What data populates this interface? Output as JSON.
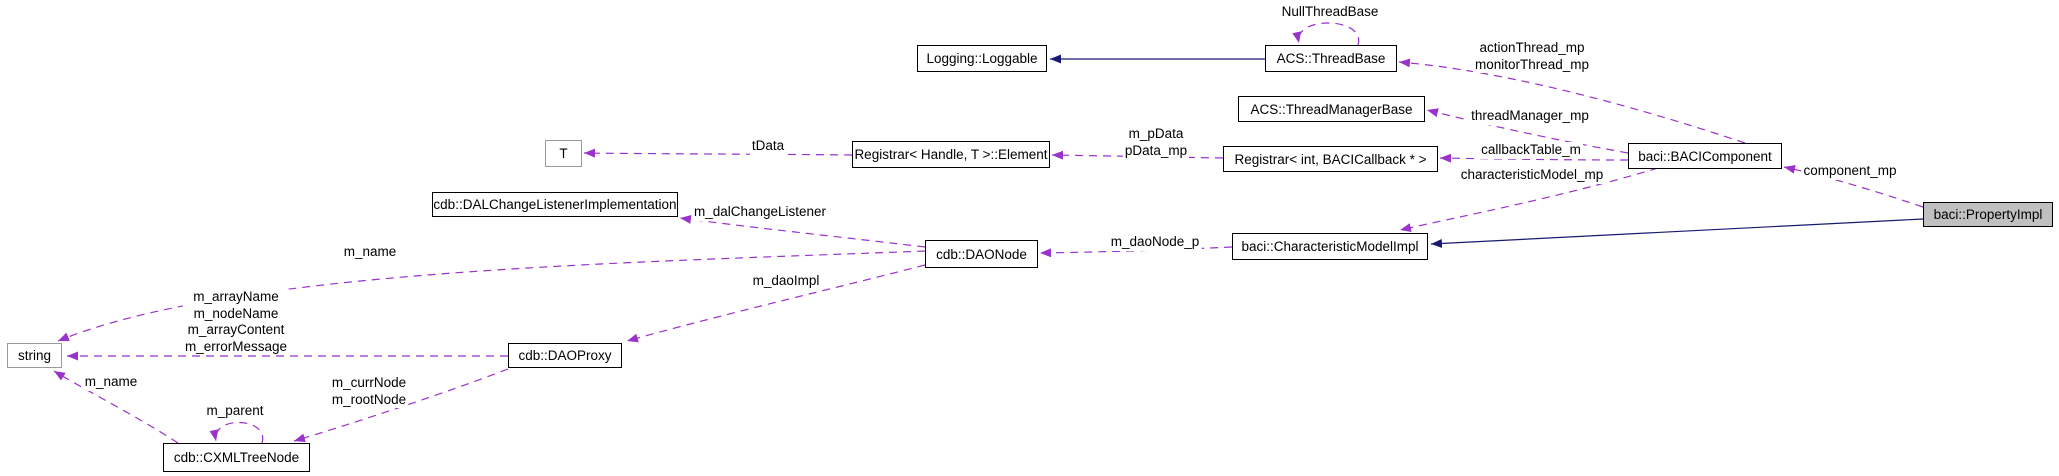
{
  "diagram": {
    "kind": "collaboration-diagram",
    "colors": {
      "background": "#ffffff",
      "inheritance_edge": "#191970",
      "member_edge": "#9a32cc",
      "node_border": "#000000",
      "external_node_border": "#9b9b9b",
      "selected_node_fill": "#c0c0c0"
    },
    "nodes": {
      "loggable": {
        "label": "Logging::Loggable"
      },
      "thread_base": {
        "label": "ACS::ThreadBase"
      },
      "thread_manager_base": {
        "label": "ACS::ThreadManagerBase"
      },
      "template_t": {
        "label": "T"
      },
      "registrar_element": {
        "label": "Registrar< Handle, T >::Element"
      },
      "registrar_int_callback": {
        "label": "Registrar< int, BACICallback * >"
      },
      "baci_component": {
        "label": "baci::BACIComponent"
      },
      "property_impl": {
        "label": "baci::PropertyImpl"
      },
      "dal_change_listener_impl": {
        "label": "cdb::DALChangeListenerImplementation"
      },
      "dao_node": {
        "label": "cdb::DAONode"
      },
      "characteristic_model_impl": {
        "label": "baci::CharacteristicModelImpl"
      },
      "string_type": {
        "label": "string"
      },
      "dao_proxy": {
        "label": "cdb::DAOProxy"
      },
      "xml_tree_node": {
        "label": "cdb::CXMLTreeNode"
      }
    },
    "edges": {
      "inherit_loggable": {
        "from": "ACS::ThreadBase",
        "to": "Logging::Loggable",
        "relation": "inheritance",
        "labels": []
      },
      "inherit_characteristic_model": {
        "from": "baci::PropertyImpl",
        "to": "baci::CharacteristicModelImpl",
        "relation": "inheritance",
        "labels": []
      },
      "null_thread_base": {
        "from": "ACS::ThreadBase",
        "to": "ACS::ThreadBase",
        "relation": "member",
        "labels": [
          "NullThreadBase"
        ]
      },
      "action_monitor_thread": {
        "from": "baci::BACIComponent",
        "to": "ACS::ThreadBase",
        "relation": "member",
        "labels": [
          "actionThread_mp",
          "monitorThread_mp"
        ]
      },
      "thread_manager": {
        "from": "baci::BACIComponent",
        "to": "ACS::ThreadManagerBase",
        "relation": "member",
        "labels": [
          "threadManager_mp"
        ]
      },
      "callback_table": {
        "from": "baci::BACIComponent",
        "to": "Registrar< int, BACICallback * >",
        "relation": "member",
        "labels": [
          "callbackTable_m"
        ]
      },
      "characteristic_model_mp": {
        "from": "baci::BACIComponent",
        "to": "baci::CharacteristicModelImpl",
        "relation": "member",
        "labels": [
          "characteristicModel_mp"
        ]
      },
      "component_mp": {
        "from": "baci::PropertyImpl",
        "to": "baci::BACIComponent",
        "relation": "member",
        "labels": [
          "component_mp"
        ]
      },
      "p_data": {
        "from": "Registrar< int, BACICallback * >",
        "to": "Registrar< Handle, T >::Element",
        "relation": "member",
        "labels": [
          "m_pData",
          "pData_mp"
        ]
      },
      "t_data": {
        "from": "Registrar< Handle, T >::Element",
        "to": "T",
        "relation": "member",
        "labels": [
          "tData"
        ]
      },
      "dao_node_p": {
        "from": "baci::CharacteristicModelImpl",
        "to": "cdb::DAONode",
        "relation": "member",
        "labels": [
          "m_daoNode_p"
        ]
      },
      "dal_change_listener": {
        "from": "cdb::DAONode",
        "to": "cdb::DALChangeListenerImplementation",
        "relation": "member",
        "labels": [
          "m_dalChangeListener"
        ]
      },
      "dao_node_name": {
        "from": "cdb::DAONode",
        "to": "string",
        "relation": "member",
        "labels": [
          "m_name"
        ]
      },
      "dao_impl": {
        "from": "cdb::DAONode",
        "to": "cdb::DAOProxy",
        "relation": "member",
        "labels": [
          "m_daoImpl"
        ]
      },
      "dao_proxy_strings": {
        "from": "cdb::DAOProxy",
        "to": "string",
        "relation": "member",
        "labels": [
          "m_arrayName",
          "m_nodeName",
          "m_arrayContent",
          "m_errorMessage"
        ]
      },
      "curr_root_node": {
        "from": "cdb::DAOProxy",
        "to": "cdb::CXMLTreeNode",
        "relation": "member",
        "labels": [
          "m_currNode",
          "m_rootNode"
        ]
      },
      "tree_node_name": {
        "from": "cdb::CXMLTreeNode",
        "to": "string",
        "relation": "member",
        "labels": [
          "m_name"
        ]
      },
      "parent_self": {
        "from": "cdb::CXMLTreeNode",
        "to": "cdb::CXMLTreeNode",
        "relation": "member",
        "labels": [
          "m_parent"
        ]
      }
    }
  }
}
